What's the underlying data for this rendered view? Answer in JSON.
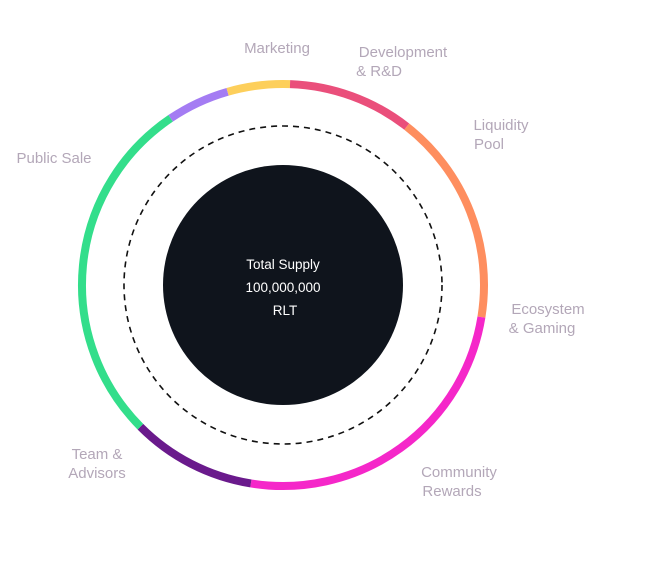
{
  "chart_data": {
    "type": "pie",
    "center": {
      "line1": "Total Supply",
      "line2": "100,000,000",
      "line3": "RLT"
    },
    "segments": [
      {
        "label": [
          "Marketing"
        ],
        "value": 5,
        "color": "#a47cf3"
      },
      {
        "label": [
          "Development",
          "& R&D"
        ],
        "value": 5,
        "color": "#fdcf5b"
      },
      {
        "label": [
          "Liquidity",
          "Pool"
        ],
        "value": 10,
        "color": "#ea4f7b"
      },
      {
        "label": [
          "Ecosystem",
          "& Gaming"
        ],
        "value": 17,
        "color": "#fe8e5f"
      },
      {
        "label": [
          "Community",
          "Rewards"
        ],
        "value": 25,
        "color": "#f527c9"
      },
      {
        "label": [
          "Team &",
          "Advisors"
        ],
        "value": 10,
        "color": "#6a1a8c"
      },
      {
        "label": [
          "Public Sale"
        ],
        "value": 28,
        "color": "#33de8b"
      }
    ]
  }
}
